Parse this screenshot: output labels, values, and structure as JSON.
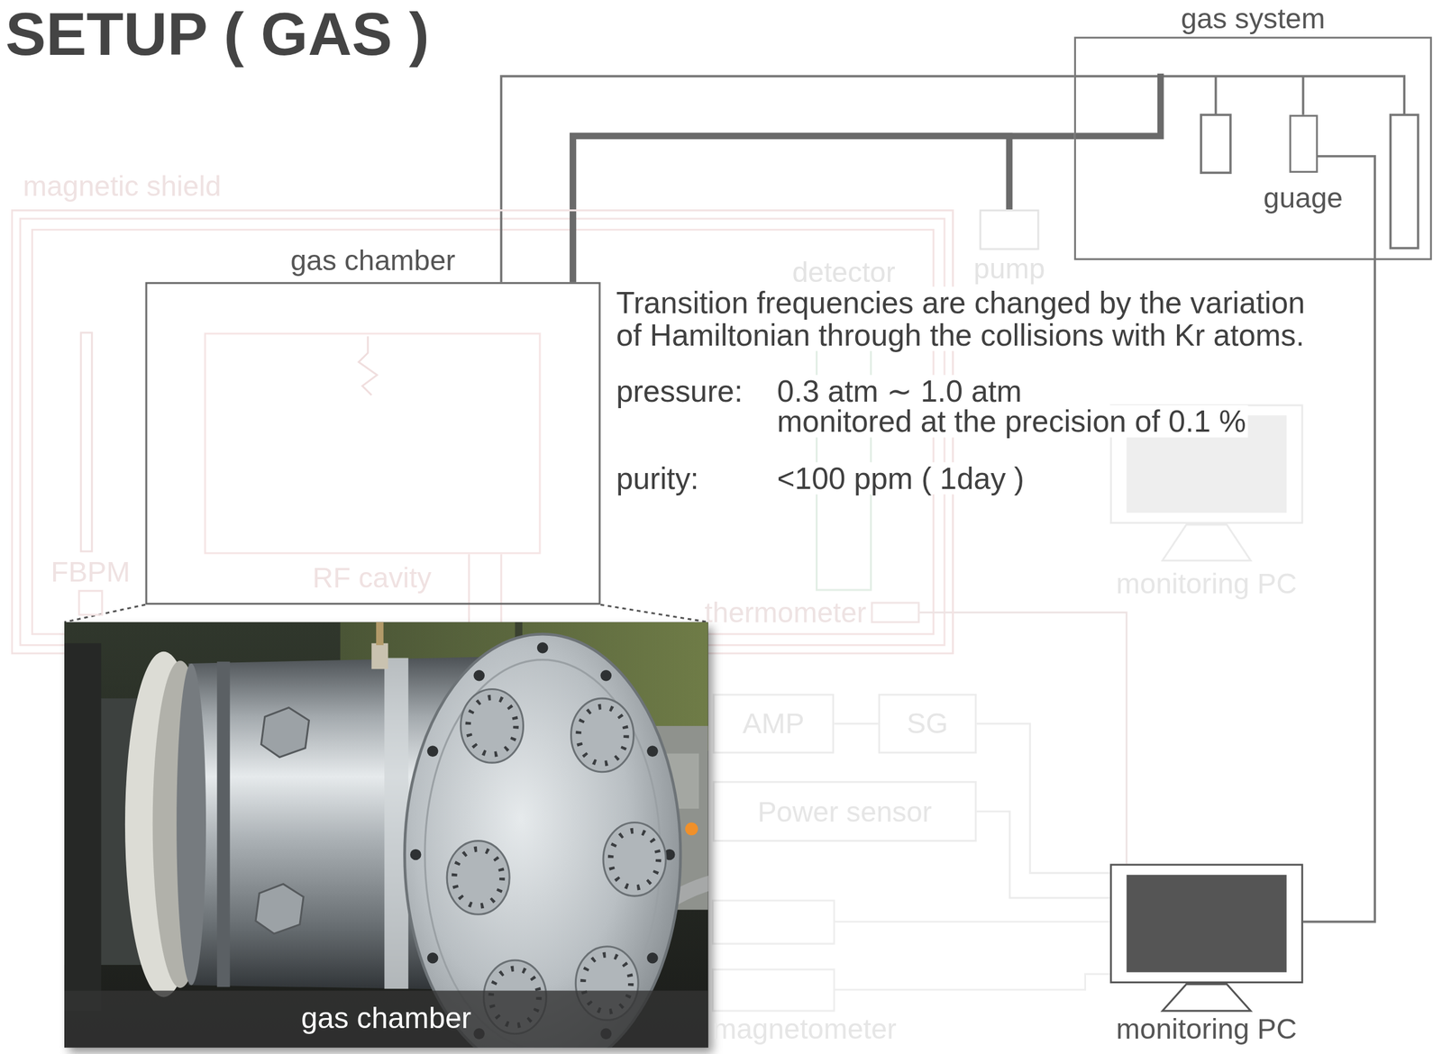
{
  "diagram": {
    "title": "SETUP ( GAS )",
    "nodes": [
      {
        "text": [
          "gas system"
        ]
      },
      {
        "text": [
          "guage"
        ],
        "in": 0
      },
      {
        "text": [
          "magnetic shield"
        ]
      },
      {
        "text": [
          "gas chamber"
        ],
        "in": 2
      },
      {
        "text": [
          "RF cavity"
        ],
        "in": 3
      },
      {
        "text": [
          "detector"
        ],
        "in": 2
      },
      {
        "text": [
          "pump"
        ]
      },
      {
        "text": [
          "FBPM"
        ],
        "in": 2
      },
      {
        "text": [
          "thermometer"
        ],
        "in": 2
      },
      {
        "text": [
          "monitoring PC"
        ]
      },
      {
        "text": [
          "AMP"
        ]
      },
      {
        "text": [
          "SG"
        ]
      },
      {
        "text": [
          "Power sensor"
        ]
      },
      {
        "text": [
          "monitoring PC"
        ]
      }
    ],
    "edges": [
      {
        "from": 3,
        "to": 0,
        "arrow": "none"
      },
      {
        "from": 3,
        "to": 0,
        "arrow": "none"
      },
      {
        "from": 3,
        "to": 6,
        "arrow": "none"
      },
      {
        "from": 1,
        "to": 13,
        "arrow": "none"
      },
      {
        "from": 10,
        "to": 11,
        "arrow": "none"
      },
      {
        "from": 11,
        "to": 13,
        "arrow": "none"
      },
      {
        "from": 12,
        "to": 13,
        "arrow": "none"
      },
      {
        "from": 8,
        "to": 13,
        "arrow": "none"
      }
    ],
    "labels": [
      "Transition frequencies are changed by the variation of Hamiltonian through the collisions with Kr atoms.",
      "pressure:",
      "0.3 atm ∼ 1.0 atm",
      "monitored at the precision of 0.1 %",
      "purity:",
      "<100 ppm ( 1day )",
      "gas chamber",
      "magnetometer"
    ]
  }
}
